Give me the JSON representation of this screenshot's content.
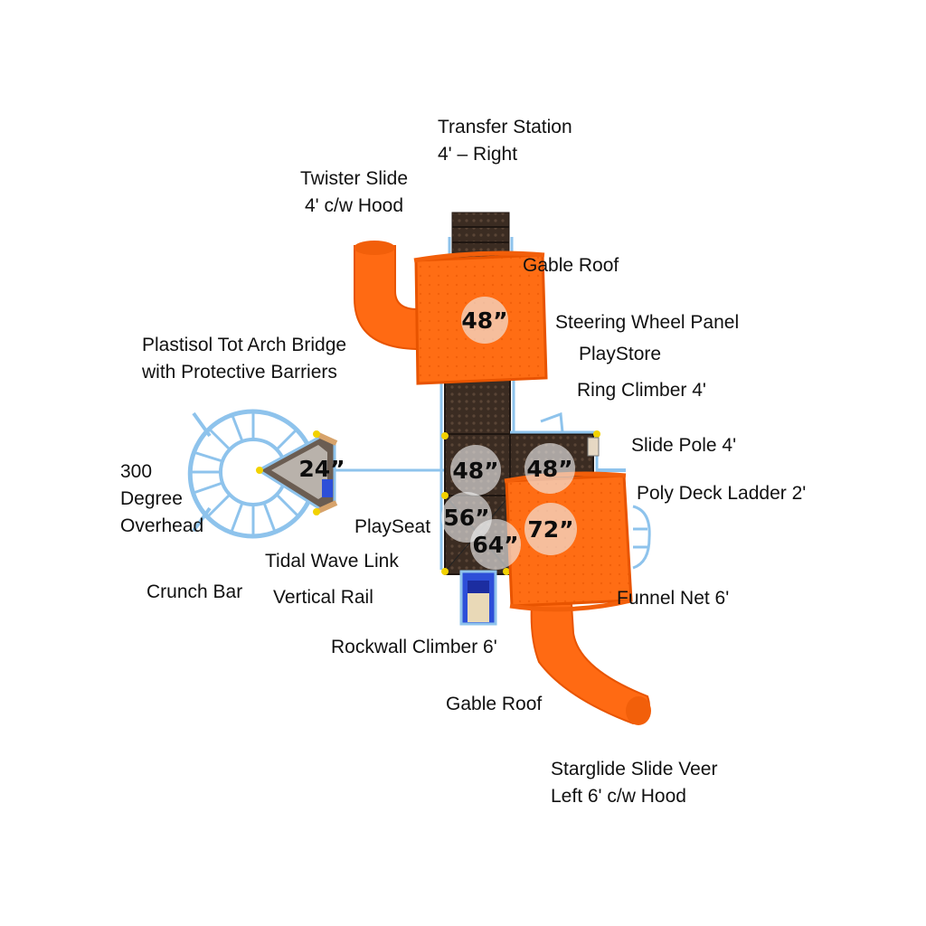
{
  "labels": {
    "transfer_station": [
      "Transfer Station",
      "4' – Right"
    ],
    "twister_slide": [
      "Twister Slide",
      "4' c/w Hood"
    ],
    "gable_roof_top": "Gable Roof",
    "steering_wheel_panel": "Steering Wheel Panel",
    "playstore": "PlayStore",
    "ring_climber": "Ring Climber 4'",
    "plastisol_bridge": [
      "Plastisol Tot Arch Bridge",
      "with Protective Barriers"
    ],
    "slide_pole": "Slide Pole 4'",
    "overhead": [
      "300",
      "Degree",
      "Overhead"
    ],
    "poly_deck_ladder": "Poly Deck Ladder 2'",
    "playseat": "PlaySeat",
    "tidal_wave_link": "Tidal Wave Link",
    "crunch_bar": "Crunch Bar",
    "vertical_rail": "Vertical Rail",
    "funnel_net": "Funnel Net 6'",
    "rockwall_climber": "Rockwall Climber 6'",
    "gable_roof_bottom": "Gable Roof",
    "starglide_slide": [
      "Starglide Slide Veer",
      "Left 6' c/w Hood"
    ]
  },
  "deck_heights": {
    "roof_top": "48”",
    "bridge_platform": "24”",
    "deck_center": "48”",
    "deck_right": "48”",
    "deck_left_low": "56”",
    "deck_mid_low": "64”",
    "roof_bottom": "72”"
  },
  "colors": {
    "orange": "#ff6a13",
    "orange_dark": "#e85400",
    "deck_brown": "#3a2a20",
    "frame_blue": "#8ec3ec",
    "rock_blue": "#2d4fd8"
  }
}
